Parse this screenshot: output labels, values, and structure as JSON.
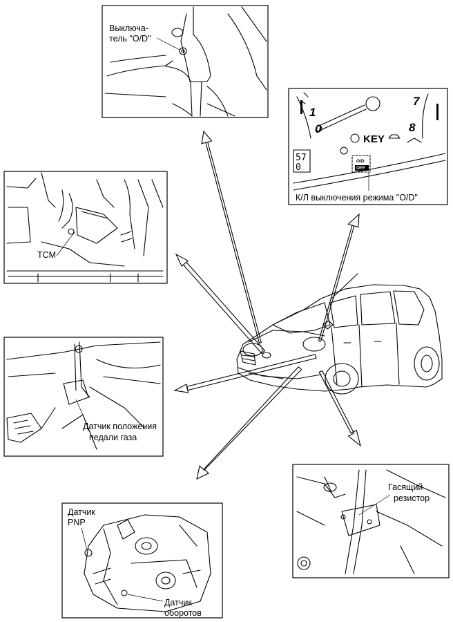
{
  "panels": {
    "od_switch": {
      "label_line1": "Выключа-",
      "label_line2": "тель \"O/D\""
    },
    "od_indicator": {
      "caption": "К/Л выключения режима \"O/D\"",
      "gauge_left_top": "1",
      "gauge_left_bottom": "0",
      "gauge_right_top": "7",
      "gauge_right_bottom": "8",
      "key_text": "KEY",
      "odo_line1": "57",
      "odo_line2": "0",
      "od_line1": "O/D",
      "od_line2": "OFF"
    },
    "tcm": {
      "label": "TCM"
    },
    "accel_sensor": {
      "label_line1": "Датчик положения",
      "label_line2": "педали газа"
    },
    "transmission": {
      "pnp_line1": "Датчик",
      "pnp_line2": "PNP",
      "rev_line1": "Датчик",
      "rev_line2": "оборотов"
    },
    "resistor": {
      "label_line1": "Гасящий",
      "label_line2": "резистор"
    }
  }
}
